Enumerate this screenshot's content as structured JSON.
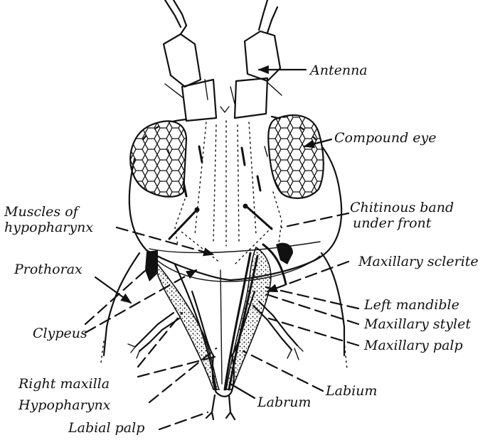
{
  "labels": {
    "antenna": "Antenna",
    "compound_eye": "Compound eye",
    "muscles_line1": "Muscles of",
    "muscles_line2": "hypopharynx",
    "chitinous_line1": "Chitinous band",
    "chitinous_line2": "under front",
    "maxillary_sclerite": "Maxillary sclerite",
    "prothorax": "Prothorax",
    "left_mandible": "Left mandible",
    "maxillary_stylet": "Maxillary stylet",
    "clypeus": "Clypeus",
    "maxillary_palp": "Maxillary palp",
    "right_maxilla": "Right maxilla",
    "labium": "Labium",
    "hypopharynx": "Hypopharynx",
    "labrum": "Labrum",
    "labial_palp": "Labial palp"
  }
}
